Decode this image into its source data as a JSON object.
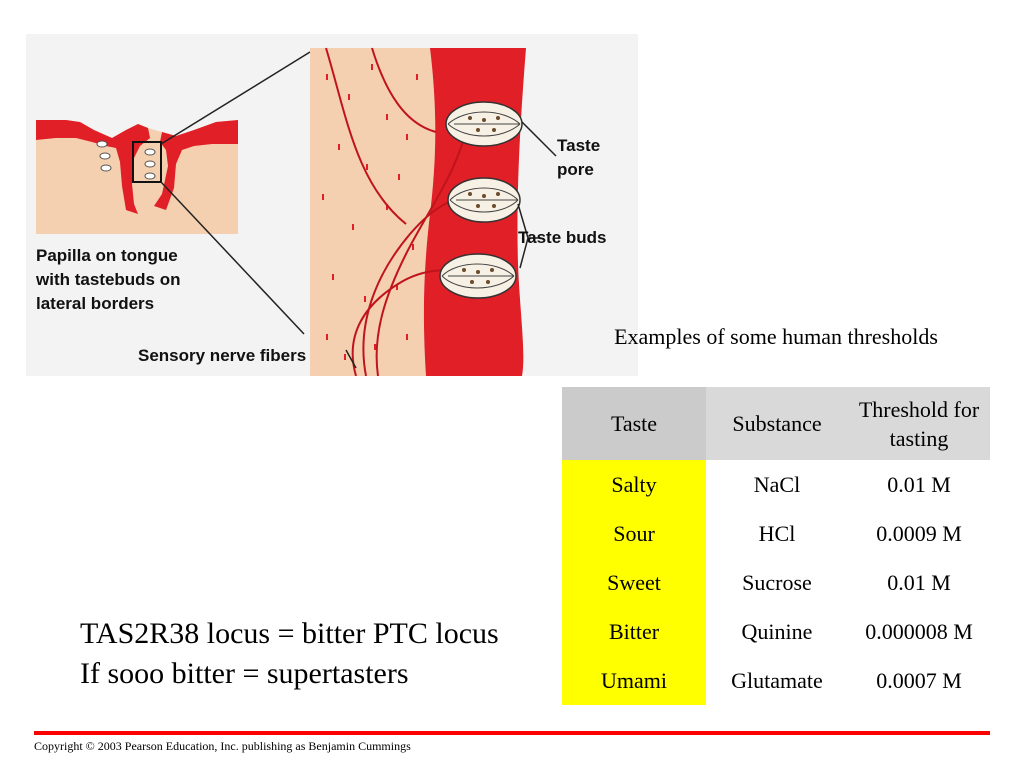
{
  "figure": {
    "labels": {
      "taste_pore": "Taste\npore",
      "taste_buds": "Taste buds",
      "papilla": "Papilla on tongue\nwith tastebuds on\nlateral borders",
      "sensory_nerve_fibers": "Sensory nerve fibers"
    },
    "colors": {
      "tissue": "#f4d0b0",
      "epithelium": "#e01f27",
      "background": "#f3f3f3"
    }
  },
  "table": {
    "caption": "Examples of some human thresholds",
    "headers": [
      "Taste",
      "Substance",
      "Threshold for tasting"
    ],
    "rows": [
      {
        "taste": "Salty",
        "substance": "NaCl",
        "threshold": "0.01 M"
      },
      {
        "taste": "Sour",
        "substance": "HCl",
        "threshold": "0.0009 M"
      },
      {
        "taste": "Sweet",
        "substance": "Sucrose",
        "threshold": "0.01 M"
      },
      {
        "taste": "Bitter",
        "substance": "Quinine",
        "threshold": "0.000008 M"
      },
      {
        "taste": "Umami",
        "substance": "Glutamate",
        "threshold": "0.0007 M"
      }
    ],
    "colors": {
      "header": "#d9d9d9",
      "taste_cell": "#ffff00"
    }
  },
  "statement": {
    "line1": "TAS2R38 locus = bitter PTC locus",
    "line2": "If sooo bitter = supertasters"
  },
  "footer": {
    "copyright": "Copyright © 2003 Pearson Education, Inc. publishing as Benjamin Cummings",
    "rule_color": "#ff0000"
  }
}
